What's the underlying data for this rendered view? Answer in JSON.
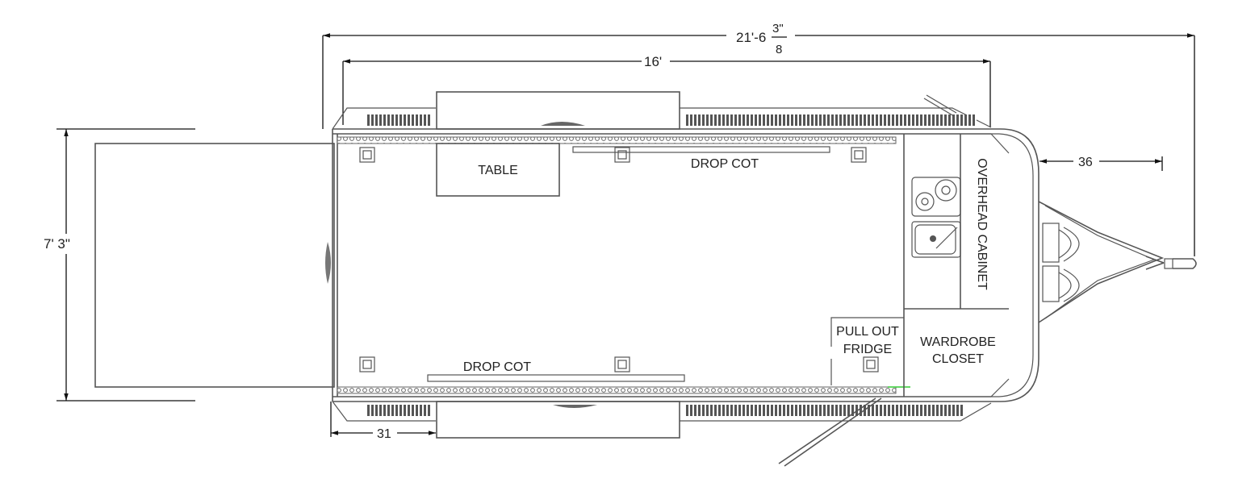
{
  "dimensions": {
    "overall_length": {
      "whole": "21'-6",
      "num": "3\"",
      "den": "8"
    },
    "box_length": "16'",
    "height": "7' 3\"",
    "tongue": "36",
    "fender_offset": "31"
  },
  "labels": {
    "table": "TABLE",
    "drop_cot_top": "DROP COT",
    "drop_cot_bottom": "DROP COT",
    "overhead_cabinet": "OVERHEAD CABINET",
    "pull_out_fridge_1": "PULL OUT",
    "pull_out_fridge_2": "FRIDGE",
    "wardrobe_1": "WARDROBE",
    "wardrobe_2": "CLOSET"
  },
  "colors": {
    "line": "#555555",
    "dimension": "#111111",
    "accent": "#33cc33"
  }
}
